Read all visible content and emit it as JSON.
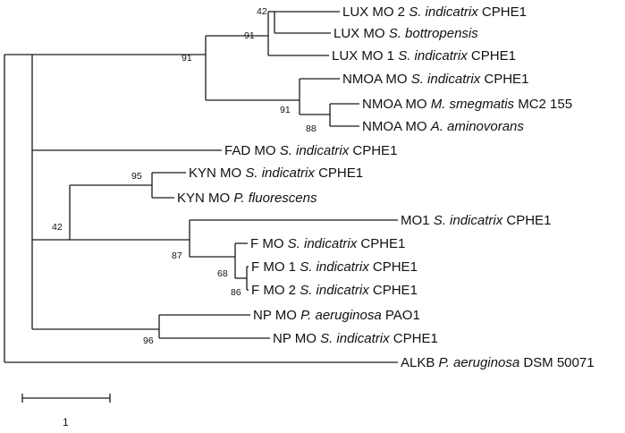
{
  "tree": {
    "leaves": [
      {
        "prefix": "LUX MO 2",
        "species": "S. indicatrix",
        "suffix": "CPHE1"
      },
      {
        "prefix": "LUX MO",
        "species": "S. bottropensis",
        "suffix": ""
      },
      {
        "prefix": "LUX MO 1",
        "species": "S. indicatrix",
        "suffix": "CPHE1"
      },
      {
        "prefix": "NMOA MO",
        "species": "S. indicatrix",
        "suffix": "CPHE1"
      },
      {
        "prefix": "NMOA MO",
        "species": "M. smegmatis",
        "suffix": "MC2 155"
      },
      {
        "prefix": "NMOA MO",
        "species": "A. aminovorans",
        "suffix": ""
      },
      {
        "prefix": "FAD MO",
        "species": "S. indicatrix",
        "suffix": "CPHE1"
      },
      {
        "prefix": "KYN MO",
        "species": "S. indicatrix",
        "suffix": "CPHE1"
      },
      {
        "prefix": "KYN MO",
        "species": "P. fluorescens",
        "suffix": ""
      },
      {
        "prefix": "MO1",
        "species": "S. indicatrix",
        "suffix": "CPHE1"
      },
      {
        "prefix": "F MO",
        "species": "S. indicatrix",
        "suffix": "CPHE1"
      },
      {
        "prefix": "F MO 1",
        "species": "S. indicatrix",
        "suffix": "CPHE1"
      },
      {
        "prefix": "F MO 2",
        "species": "S. indicatrix",
        "suffix": "CPHE1"
      },
      {
        "prefix": "NP MO",
        "species": "P. aeruginosa",
        "suffix": "PAO1"
      },
      {
        "prefix": "NP MO",
        "species": "S. indicatrix",
        "suffix": "CPHE1"
      },
      {
        "prefix": "ALKB",
        "species": "P. aeruginosa",
        "suffix": "DSM 50071"
      }
    ],
    "bootstrap": [
      {
        "node": "lux-2-bottropensis",
        "value": "42"
      },
      {
        "node": "lux-clade",
        "value": "91"
      },
      {
        "node": "lux-nmoa",
        "value": "91"
      },
      {
        "node": "nmoa-smeg-amino",
        "value": "88"
      },
      {
        "node": "nmoa-clade",
        "value": "91"
      },
      {
        "node": "kyn-clade",
        "value": "95"
      },
      {
        "node": "kyn-mo1-fmo",
        "value": "42"
      },
      {
        "node": "mo1-fmo",
        "value": "87"
      },
      {
        "node": "fmo-clade",
        "value": "68"
      },
      {
        "node": "fmo1-fmo2",
        "value": "86"
      },
      {
        "node": "np-clade",
        "value": "96"
      }
    ],
    "scale_label": "1"
  }
}
